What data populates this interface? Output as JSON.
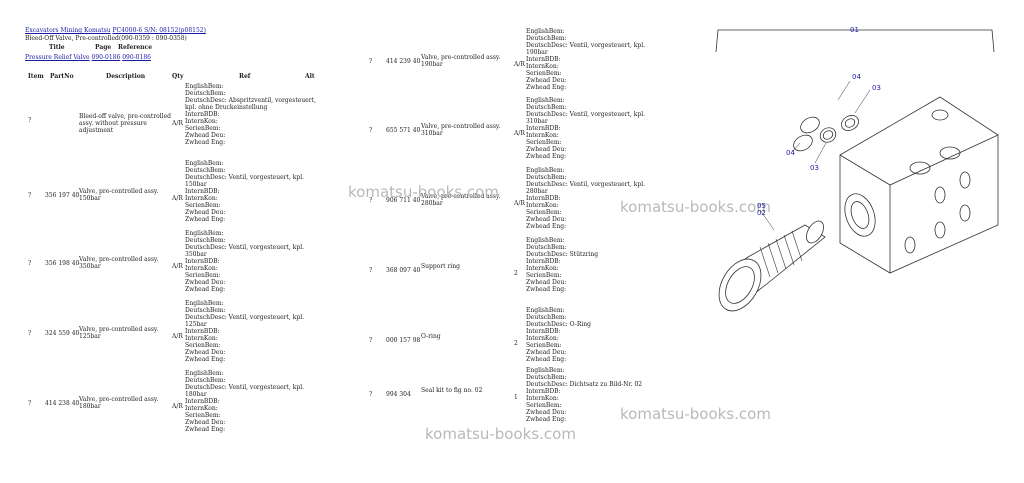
{
  "breadcrumb": {
    "link1": "Excavators Mining Komatsu",
    "link2": "PC4000-6 S/N: 08152(p08152)"
  },
  "section_title": "Bleed-Off Valve, Pre-controlled(090-0359 : 090-0358)",
  "ref_header": {
    "title": "Title",
    "page": "Page",
    "reference": "Reference"
  },
  "ref_row": {
    "title": "Pressure Relief Valve",
    "page": "090-0186",
    "reference": "090-0186"
  },
  "columns": {
    "item": "Item",
    "partno": "PartNo",
    "description": "Description",
    "qty": "Qty",
    "ref": "Ref",
    "alt": "Alt"
  },
  "items_left": [
    {
      "item": "?",
      "partno": "",
      "desc": "Bleed-off valve, pre-controlled assy. without pressure adjustment",
      "ar": "A/R",
      "fields": "EnglishBem:\nDeutschBem:\nDeutschDesc: Abspritzventil, vorgesteuert, kpl. ohne Druckeinstellung\nInternBDB:\nInternKon:\nSerienBem:\nZwhead Deu:\nZwhead Eng:"
    },
    {
      "item": "?",
      "partno": "356 197 40",
      "desc": "Valve, pre-controlled assy. 150bar",
      "ar": "A/R",
      "fields": "EnglishBem:\nDeutschBem:\nDeutschDesc: Ventil, vorgesteuert, kpl. 150bar\nInternBDB:\nInternKon:\nSerienBem:\nZwhead Deu:\nZwhead Eng:"
    },
    {
      "item": "?",
      "partno": "356 198 40",
      "desc": "Valve, pre-controlled assy. 350bar",
      "ar": "A/R",
      "fields": "EnglishBem:\nDeutschBem:\nDeutschDesc: Ventil, vorgesteuert, kpl. 350bar\nInternBDB:\nInternKon:\nSerienBem:\nZwhead Deu:\nZwhead Eng:"
    },
    {
      "item": "?",
      "partno": "324 559 40",
      "desc": "Valve, pre-controlled assy. 125bar",
      "ar": "A/R",
      "fields": "EnglishBem:\nDeutschBem:\nDeutschDesc: Ventil, vorgesteuert, kpl. 125bar\nInternBDB:\nInternKon:\nSerienBem:\nZwhead Deu:\nZwhead Eng:"
    },
    {
      "item": "?",
      "partno": "414 238 40",
      "desc": "Valve, pre-controlled assy. 180bar",
      "ar": "A/R",
      "fields": "EnglishBem:\nDeutschBem:\nDeutschDesc: Ventil, vorgesteuert, kpl. 180bar\nInternBDB:\nInternKon:\nSerienBem:\nZwhead Deu:\nZwhead Eng:"
    }
  ],
  "items_right": [
    {
      "item": "?",
      "partno": "414 239 40",
      "desc": "Valve, pre-controlled assy. 190bar",
      "ar": "A/R",
      "fields": "EnglishBem:\nDeutschBem:\nDeutschDesc: Ventil, vorgesteuert, kpl. 190bar\nInternBDB:\nInternKon:\nSerienBem:\nZwhead Deu:\nZwhead Eng:"
    },
    {
      "item": "?",
      "partno": "655 571 40",
      "desc": "Valve, pre-controlled assy. 310bar",
      "ar": "A/R",
      "fields": "EnglishBem:\nDeutschBem:\nDeutschDesc: Ventil, vorgesteuert, kpl. 310bar\nInternBDB:\nInternKon:\nSerienBem:\nZwhead Deu:\nZwhead Eng:"
    },
    {
      "item": "?",
      "partno": "906 711 40",
      "desc": "Valve, pre-controlled assy. 280bar",
      "ar": "A/R",
      "fields": "EnglishBem:\nDeutschBem:\nDeutschDesc: Ventil, vorgesteuert, kpl. 280bar\nInternBDB:\nInternKon:\nSerienBem:\nZwhead Deu:\nZwhead Eng:"
    },
    {
      "item": "?",
      "partno": "368 097 40",
      "desc": "Support ring",
      "ar": "2",
      "fields": "EnglishBem:\nDeutschBem:\nDeutschDesc: Stützring\nInternBDB:\nInternKon:\nSerienBem:\nZwhead Deu:\nZwhead Eng:"
    },
    {
      "item": "?",
      "partno": "000 157 98",
      "desc": "O-ring",
      "ar": "2",
      "fields": "EnglishBem:\nDeutschBem:\nDeutschDesc: O-Ring\nInternBDB:\nInternKon:\nSerienBem:\nZwhead Deu:\nZwhead Eng:"
    },
    {
      "item": "?",
      "partno": "994 304",
      "desc": "Seal kit to fig no. 02",
      "ar": "1",
      "fields": "EnglishBem:\nDeutschBem:\nDeutschDesc: Dichtsatz zu Bild-Nr. 02\nInternBDB:\nInternKon:\nSerienBem:\nZwhead Deu:\nZwhead Eng:"
    }
  ],
  "diagram_labels": {
    "l01": "01",
    "l03a": "03",
    "l04a": "04",
    "l04b": "04",
    "l03b": "03",
    "l05": "05",
    "l02": "02"
  },
  "watermark": "komatsu-books.com"
}
